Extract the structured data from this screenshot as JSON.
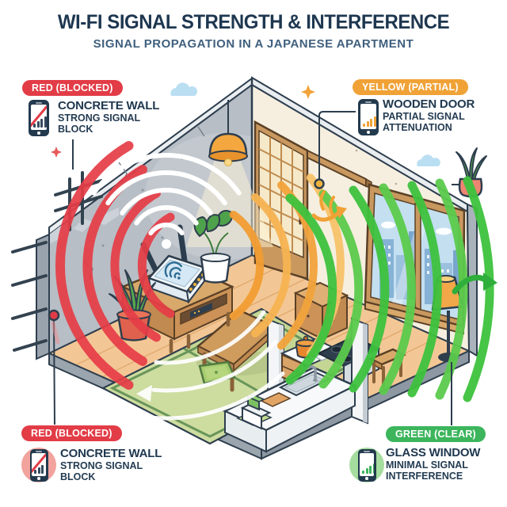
{
  "header": {
    "title": "WI-FI SIGNAL STRENGTH & INTERFERENCE",
    "subtitle": "SIGNAL PROPAGATION IN A JAPANESE APARTMENT"
  },
  "callouts": {
    "top_left": {
      "badge": "RED (BLOCKED)",
      "badge_color": "#e23c46",
      "heading": "CONCRETE WALL",
      "line1": "STRONG SIGNAL",
      "line2": "BLOCK",
      "icon": "phone-signal-blocked-icon"
    },
    "top_right": {
      "badge": "YELLOW (PARTIAL)",
      "badge_color": "#f0a236",
      "heading": "WOODEN DOOR",
      "line1": "PARTIAL SIGNAL",
      "line2": "ATTENUATION",
      "icon": "phone-signal-partial-icon"
    },
    "bottom_left": {
      "badge": "RED (BLOCKED)",
      "badge_color": "#e23c46",
      "heading": "CONCRETE WALL",
      "line1": "STRONG SIGNAL",
      "line2": "BLOCK",
      "icon": "phone-signal-blocked-icon"
    },
    "bottom_right": {
      "badge": "GREEN (CLEAR)",
      "badge_color": "#3cb55c",
      "heading": "GLASS WINDOW",
      "line1": "MINIMAL SIGNAL",
      "line2": "INTERFERENCE",
      "icon": "phone-signal-clear-icon"
    }
  },
  "scene": {
    "signal_colors": {
      "blocked": "#e63d47",
      "partial": "#f5a836",
      "clear": "#3ec23e",
      "source": "#ffffff"
    },
    "objects": [
      "concrete-wall",
      "rebar",
      "wifi-router",
      "tv-stand",
      "pendant-light",
      "shoji-door",
      "glass-window",
      "city-skyline",
      "tatami-mats",
      "low-table",
      "floor-cushion",
      "kitchen",
      "floor-lamp",
      "stool",
      "potted-plants"
    ]
  }
}
